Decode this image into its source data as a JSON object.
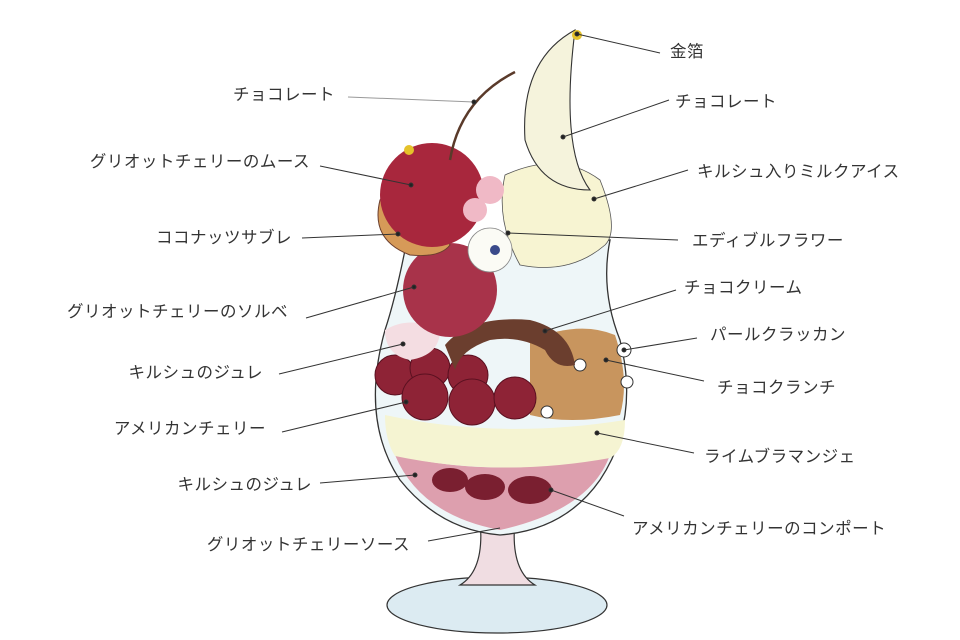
{
  "title": "Parfait component diagram",
  "colors": {
    "cherry": "#a52a3f",
    "cream": "#f7f4d6",
    "choco": "#6b3e2e",
    "crunch": "#c8955e",
    "glass": "#cfe6ee",
    "line": "#333333"
  },
  "labels_left": [
    "チョコレート",
    "グリオットチェリーのムース",
    "ココナッツサブレ",
    "グリオットチェリーのソルベ",
    "キルシュのジュレ",
    "アメリカンチェリー",
    "キルシュのジュレ",
    "グリオットチェリーソース"
  ],
  "labels_right": [
    "金箔",
    "チョコレート",
    "キルシュ入りミルクアイス",
    "エディブルフラワー",
    "チョコクリーム",
    "パールクラッカン",
    "チョコクランチ",
    "ライムブラマンジェ",
    "アメリカンチェリーのコンポート"
  ]
}
